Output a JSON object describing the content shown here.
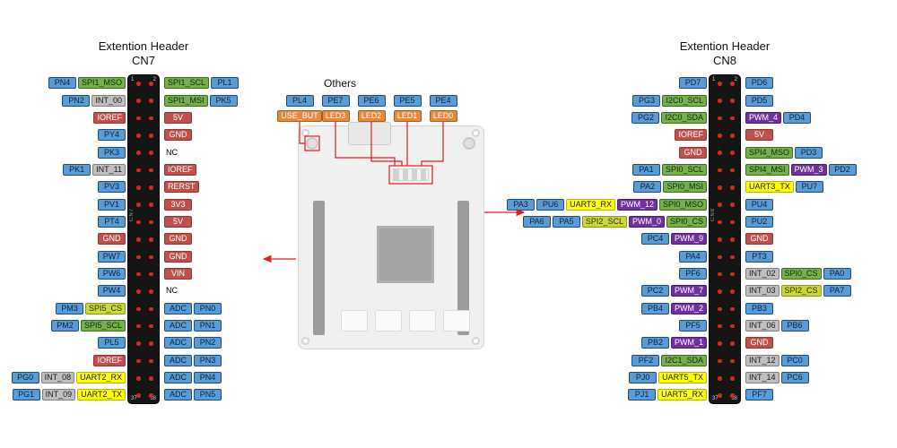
{
  "colors": {
    "annotation_red": "#e11f26",
    "boxes": {
      "blue": {
        "bg": "#5b9bd5",
        "border": "#1f4e79",
        "text": "#06233f"
      },
      "green": {
        "bg": "#76b04b",
        "border": "#3e6b26",
        "text": "#0c2b06"
      },
      "ygreen": {
        "bg": "#c9d838",
        "border": "#8d9922",
        "text": "#2e3300"
      },
      "gray": {
        "bg": "#bfbfbf",
        "border": "#808080",
        "text": "#1a1a1a"
      },
      "yellow": {
        "bg": "#ffff00",
        "border": "#b8b800",
        "text": "#1a1a1a"
      },
      "purple": {
        "bg": "#7030a0",
        "border": "#4b1f6e",
        "text": "#ffffff"
      },
      "power": {
        "bg": "#c0504d",
        "border": "#943634",
        "text": "#ffffff"
      },
      "orange": {
        "bg": "#e8893c",
        "border": "#a85f1e",
        "text": "#ffffff"
      },
      "nc": {
        "bg": "transparent",
        "border": "transparent",
        "text": "#000000"
      }
    }
  },
  "headers": {
    "cn7": {
      "title_line1": "Extention Header",
      "title_line2": "CN7",
      "strip_label": "CN7",
      "pin_top_left": "1",
      "pin_top_right": "2",
      "pin_bottom_left": "37",
      "pin_bottom_right": "38",
      "rows": [
        {
          "left": [
            {
              "t": "PN4",
              "c": "blue"
            },
            {
              "t": "SPI1_MSO",
              "c": "green"
            }
          ],
          "right": [
            {
              "t": "SPI1_SCL",
              "c": "green"
            },
            {
              "t": "PL1",
              "c": "blue"
            }
          ]
        },
        {
          "left": [
            {
              "t": "PN2",
              "c": "blue"
            },
            {
              "t": "INT_00",
              "c": "gray"
            }
          ],
          "right": [
            {
              "t": "SPI1_MSI",
              "c": "green"
            },
            {
              "t": "PK5",
              "c": "blue"
            }
          ]
        },
        {
          "left": [
            {
              "t": "IOREF",
              "c": "power"
            }
          ],
          "right": [
            {
              "t": "5V",
              "c": "power"
            }
          ]
        },
        {
          "left": [
            {
              "t": "PY4",
              "c": "blue"
            }
          ],
          "right": [
            {
              "t": "GND",
              "c": "power"
            }
          ]
        },
        {
          "left": [
            {
              "t": "PK3",
              "c": "blue"
            }
          ],
          "right": [
            {
              "t": "NC",
              "c": "nc"
            }
          ]
        },
        {
          "left": [
            {
              "t": "PK1",
              "c": "blue"
            },
            {
              "t": "INT_11",
              "c": "gray"
            }
          ],
          "right": [
            {
              "t": "IOREF",
              "c": "power"
            }
          ]
        },
        {
          "left": [
            {
              "t": "PV3",
              "c": "blue"
            }
          ],
          "right": [
            {
              "t": "RERST",
              "c": "power"
            }
          ]
        },
        {
          "left": [
            {
              "t": "PV1",
              "c": "blue"
            }
          ],
          "right": [
            {
              "t": "3V3",
              "c": "power"
            }
          ]
        },
        {
          "left": [
            {
              "t": "PT4",
              "c": "blue"
            }
          ],
          "right": [
            {
              "t": "5V",
              "c": "power"
            }
          ]
        },
        {
          "left": [
            {
              "t": "GND",
              "c": "power"
            }
          ],
          "right": [
            {
              "t": "GND",
              "c": "power"
            }
          ]
        },
        {
          "left": [
            {
              "t": "PW7",
              "c": "blue"
            }
          ],
          "right": [
            {
              "t": "GND",
              "c": "power"
            }
          ]
        },
        {
          "left": [
            {
              "t": "PW6",
              "c": "blue"
            }
          ],
          "right": [
            {
              "t": "VIN",
              "c": "power"
            }
          ]
        },
        {
          "left": [
            {
              "t": "PW4",
              "c": "blue"
            }
          ],
          "right": [
            {
              "t": "NC",
              "c": "nc"
            }
          ]
        },
        {
          "left": [
            {
              "t": "PM3",
              "c": "blue"
            },
            {
              "t": "SPI5_CS",
              "c": "ygreen"
            }
          ],
          "right": [
            {
              "t": "ADC",
              "c": "blue"
            },
            {
              "t": "PN0",
              "c": "blue"
            }
          ]
        },
        {
          "left": [
            {
              "t": "PM2",
              "c": "blue"
            },
            {
              "t": "SPI5_SCL",
              "c": "green"
            }
          ],
          "right": [
            {
              "t": "ADC",
              "c": "blue"
            },
            {
              "t": "PN1",
              "c": "blue"
            }
          ]
        },
        {
          "left": [
            {
              "t": "PL5",
              "c": "blue"
            }
          ],
          "right": [
            {
              "t": "ADC",
              "c": "blue"
            },
            {
              "t": "PN2",
              "c": "blue"
            }
          ]
        },
        {
          "left": [
            {
              "t": "IOREF",
              "c": "power"
            }
          ],
          "right": [
            {
              "t": "ADC",
              "c": "blue"
            },
            {
              "t": "PN3",
              "c": "blue"
            }
          ]
        },
        {
          "left": [
            {
              "t": "PG0",
              "c": "blue"
            },
            {
              "t": "INT_08",
              "c": "gray"
            },
            {
              "t": "UART2_RX",
              "c": "yellow"
            }
          ],
          "right": [
            {
              "t": "ADC",
              "c": "blue"
            },
            {
              "t": "PN4",
              "c": "blue"
            }
          ]
        },
        {
          "left": [
            {
              "t": "PG1",
              "c": "blue"
            },
            {
              "t": "INT_09",
              "c": "gray"
            },
            {
              "t": "UART2_TX",
              "c": "yellow"
            }
          ],
          "right": [
            {
              "t": "ADC",
              "c": "blue"
            },
            {
              "t": "PN5",
              "c": "blue"
            }
          ]
        }
      ]
    },
    "cn8": {
      "title_line1": "Extention Header",
      "title_line2": "CN8",
      "strip_label": "CN8",
      "pin_top_left": "1",
      "pin_top_right": "2",
      "pin_bottom_left": "37",
      "pin_bottom_right": "38",
      "rows": [
        {
          "left": [
            {
              "t": "PD7",
              "c": "blue"
            }
          ],
          "right": [
            {
              "t": "PD6",
              "c": "blue"
            }
          ]
        },
        {
          "left": [
            {
              "t": "PG3",
              "c": "blue"
            },
            {
              "t": "I2C0_SCL",
              "c": "green"
            }
          ],
          "right": [
            {
              "t": "PD5",
              "c": "blue"
            }
          ]
        },
        {
          "left": [
            {
              "t": "PG2",
              "c": "blue"
            },
            {
              "t": "I2C0_SDA",
              "c": "green"
            }
          ],
          "right": [
            {
              "t": "PWM_4",
              "c": "purple"
            },
            {
              "t": "PD4",
              "c": "blue"
            }
          ]
        },
        {
          "left": [
            {
              "t": "IOREF",
              "c": "power"
            }
          ],
          "right": [
            {
              "t": "5V",
              "c": "power"
            }
          ]
        },
        {
          "left": [
            {
              "t": "GND",
              "c": "power"
            }
          ],
          "right": [
            {
              "t": "SPI4_MSO",
              "c": "green"
            },
            {
              "t": "PD3",
              "c": "blue"
            }
          ]
        },
        {
          "left": [
            {
              "t": "PA1",
              "c": "blue"
            },
            {
              "t": "SPI0_SCL",
              "c": "green"
            }
          ],
          "right": [
            {
              "t": "SPI4_MSI",
              "c": "green"
            },
            {
              "t": "PWM_3",
              "c": "purple"
            },
            {
              "t": "PD2",
              "c": "blue"
            }
          ]
        },
        {
          "left": [
            {
              "t": "PA2",
              "c": "blue"
            },
            {
              "t": "SPI0_MSI",
              "c": "green"
            }
          ],
          "right": [
            {
              "t": "UART3_TX",
              "c": "yellow"
            },
            {
              "t": "PU7",
              "c": "blue"
            }
          ]
        },
        {
          "left": [
            {
              "t": "PA3",
              "c": "blue"
            },
            {
              "t": "PU6",
              "c": "blue"
            },
            {
              "t": "UART3_RX",
              "c": "yellow"
            },
            {
              "t": "PWM_12",
              "c": "purple"
            },
            {
              "t": "SPI0_MSO",
              "c": "green"
            }
          ],
          "right": [
            {
              "t": "PU4",
              "c": "blue"
            }
          ]
        },
        {
          "left": [
            {
              "t": "PA6",
              "c": "blue"
            },
            {
              "t": "PA5",
              "c": "blue"
            },
            {
              "t": "SPI2_SCL",
              "c": "ygreen"
            },
            {
              "t": "PWM_0",
              "c": "purple"
            },
            {
              "t": "SPI0_CS",
              "c": "green"
            }
          ],
          "right": [
            {
              "t": "PU2",
              "c": "blue"
            }
          ]
        },
        {
          "left": [
            {
              "t": "PC4",
              "c": "blue"
            },
            {
              "t": "PWM_9",
              "c": "purple"
            }
          ],
          "right": [
            {
              "t": "GND",
              "c": "power"
            }
          ]
        },
        {
          "left": [
            {
              "t": "PA4",
              "c": "blue"
            }
          ],
          "right": [
            {
              "t": "PT3",
              "c": "blue"
            }
          ]
        },
        {
          "left": [
            {
              "t": "PF6",
              "c": "blue"
            }
          ],
          "right": [
            {
              "t": "INT_02",
              "c": "gray"
            },
            {
              "t": "SPI0_CS",
              "c": "green"
            },
            {
              "t": "PA0",
              "c": "blue"
            }
          ]
        },
        {
          "left": [
            {
              "t": "PC2",
              "c": "blue"
            },
            {
              "t": "PWM_7",
              "c": "purple"
            }
          ],
          "right": [
            {
              "t": "INT_03",
              "c": "gray"
            },
            {
              "t": "SPI2_CS",
              "c": "ygreen"
            },
            {
              "t": "PA7",
              "c": "blue"
            }
          ]
        },
        {
          "left": [
            {
              "t": "PB4",
              "c": "blue"
            },
            {
              "t": "PWM_2",
              "c": "purple"
            }
          ],
          "right": [
            {
              "t": "PB3",
              "c": "blue"
            }
          ]
        },
        {
          "left": [
            {
              "t": "PF5",
              "c": "blue"
            }
          ],
          "right": [
            {
              "t": "INT_06",
              "c": "gray"
            },
            {
              "t": "PB6",
              "c": "blue"
            }
          ]
        },
        {
          "left": [
            {
              "t": "PB2",
              "c": "blue"
            },
            {
              "t": "PWM_1",
              "c": "purple"
            }
          ],
          "right": [
            {
              "t": "GND",
              "c": "power"
            }
          ]
        },
        {
          "left": [
            {
              "t": "PF2",
              "c": "blue"
            },
            {
              "t": "I2C1_SDA",
              "c": "green"
            }
          ],
          "right": [
            {
              "t": "INT_12",
              "c": "gray"
            },
            {
              "t": "PC0",
              "c": "blue"
            }
          ]
        },
        {
          "left": [
            {
              "t": "PJ0",
              "c": "blue"
            },
            {
              "t": "UART5_TX",
              "c": "yellow"
            }
          ],
          "right": [
            {
              "t": "INT_14",
              "c": "gray"
            },
            {
              "t": "PC6",
              "c": "blue"
            }
          ]
        },
        {
          "left": [
            {
              "t": "PJ1",
              "c": "blue"
            },
            {
              "t": "UART5_RX",
              "c": "yellow"
            }
          ],
          "right": [
            {
              "t": "PF7",
              "c": "blue"
            }
          ]
        }
      ]
    }
  },
  "others": {
    "title": "Others",
    "row1": [
      {
        "t": "PL4",
        "c": "blue"
      },
      {
        "t": "PE7",
        "c": "blue"
      },
      {
        "t": "PE6",
        "c": "blue"
      },
      {
        "t": "PE5",
        "c": "blue"
      },
      {
        "t": "PE4",
        "c": "blue"
      }
    ],
    "row2": [
      {
        "t": "USE_BUT",
        "c": "orange"
      },
      {
        "t": "LED3",
        "c": "orange"
      },
      {
        "t": "LED2",
        "c": "orange"
      },
      {
        "t": "LED1",
        "c": "orange"
      },
      {
        "t": "LED0",
        "c": "orange"
      }
    ]
  }
}
